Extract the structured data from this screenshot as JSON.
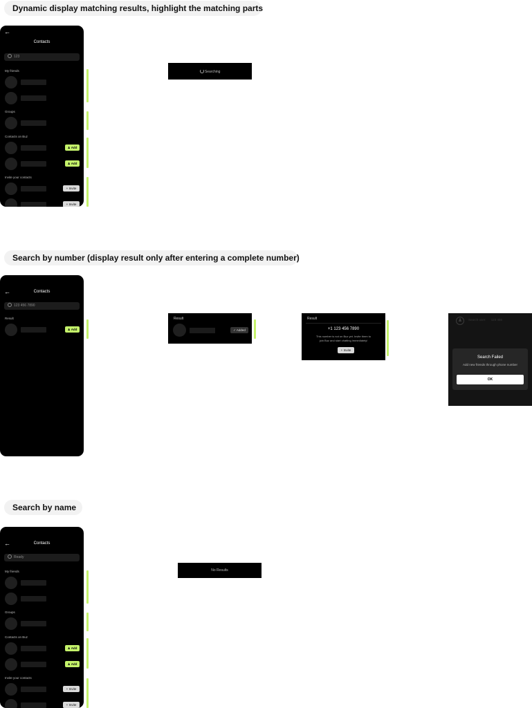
{
  "section1": {
    "title": "Dynamic display matching results, highlight the matching parts",
    "phone": {
      "header_title": "Contacts",
      "search_value": "123",
      "my_friends_label": "My friends",
      "groups_label": "Groups",
      "contacts_on_buz_label": "Contacts on Buz",
      "invite_contacts_label": "Invite your contacts",
      "add_label": "Add",
      "invite_label": "Invite"
    },
    "searching_text": "Searching"
  },
  "section2": {
    "title": "Search by number (display result only after entering a complete number)",
    "phone": {
      "header_title": "Contacts",
      "search_value": "123 456 7890",
      "result_label": "Result",
      "add_label": "Add"
    },
    "added_panel": {
      "result_label": "Result",
      "added_label": "Added"
    },
    "not_on_buz_panel": {
      "result_label": "Result",
      "number": "+1 123 456 7890",
      "message_line1": "This number is not on Buz yet. Invite them to",
      "message_line2": "join Buz and start chatting immediately!",
      "invite_label": "Invite"
    },
    "failed_dialog": {
      "search_user_text": "Search user:",
      "search_user_value": "123 456",
      "title": "Search Failed",
      "message": "Add new friends through phone number",
      "ok_label": "OK"
    }
  },
  "section3": {
    "title": "Search by name",
    "phone": {
      "header_title": "Contacts",
      "search_value": "Ready",
      "my_friends_label": "My friends",
      "groups_label": "Groups",
      "contacts_on_buz_label": "Contacts on Buz",
      "invite_contacts_label": "Invite your contacts",
      "add_label": "Add",
      "invite_label": "Invite"
    },
    "no_results_text": "No Results"
  },
  "colors": {
    "accent": "#c4f26a",
    "phone_bg": "#000000",
    "pill_bg": "#f2f2f2"
  }
}
